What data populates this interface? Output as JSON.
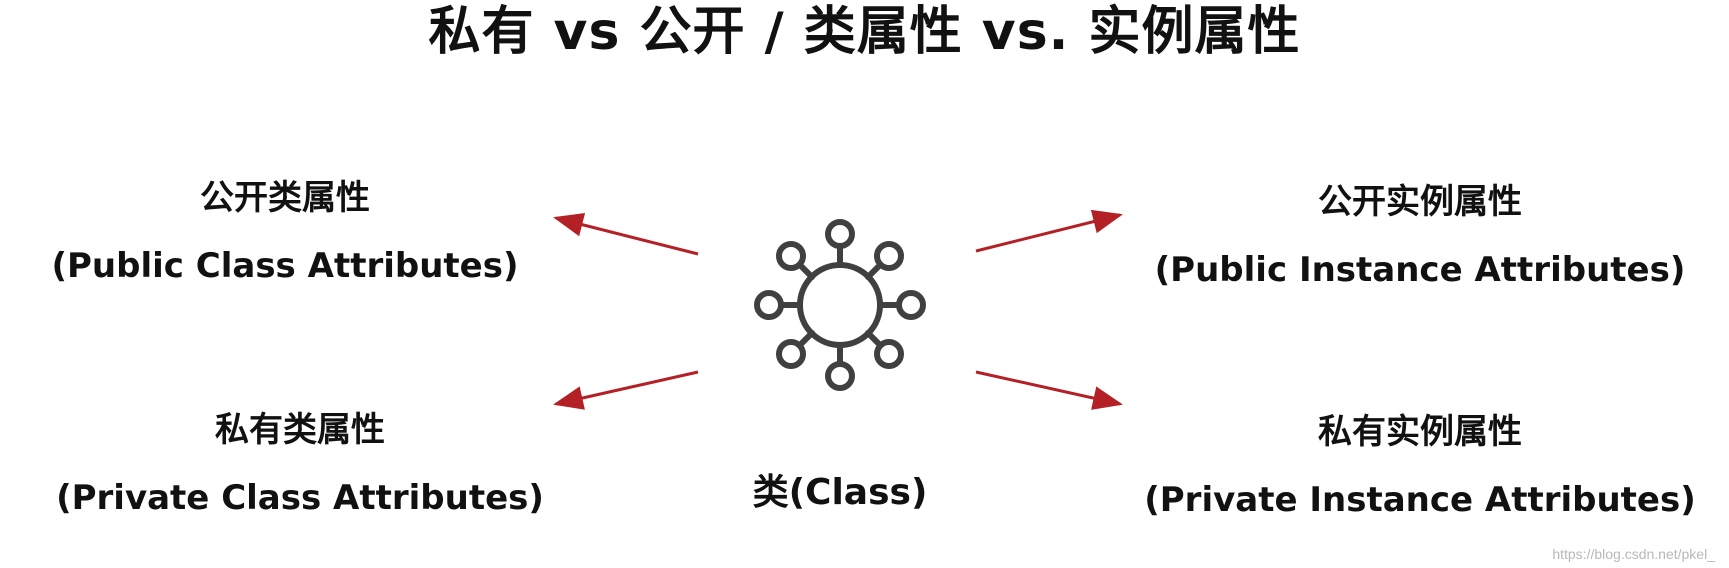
{
  "title": "私有 vs 公开  /  类属性 vs. 实例属性",
  "center": {
    "label": "类(Class)",
    "icon": "class-hub-icon"
  },
  "nodes": {
    "public_class": {
      "zh": "公开类属性",
      "en": "(Public Class Attributes)"
    },
    "private_class": {
      "zh": "私有类属性",
      "en": "(Private Class Attributes)"
    },
    "public_instance": {
      "zh": "公开实例属性",
      "en": "(Public Instance Attributes)"
    },
    "private_instance": {
      "zh": "私有实例属性",
      "en": "(Private Instance Attributes)"
    }
  },
  "colors": {
    "arrow": "#b32025",
    "icon": "#404040",
    "text": "#111111"
  },
  "watermark": "https://blog.csdn.net/pkel_"
}
